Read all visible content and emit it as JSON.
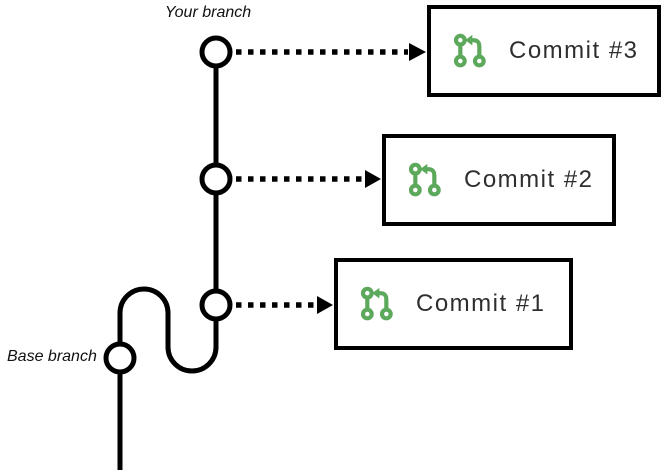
{
  "diagram": {
    "your_branch_label": "Your branch",
    "base_branch_label": "Base branch",
    "commits": [
      {
        "label": "Commit #3"
      },
      {
        "label": "Commit #2"
      },
      {
        "label": "Commit #1"
      }
    ],
    "icon_name": "git-pull-request-icon",
    "colors": {
      "line": "#000000",
      "node_fill": "#ffffff",
      "box_border": "#000000",
      "commit_text": "#2e2e2e",
      "icon_green": "#5CA95C",
      "background": "#ffffff"
    }
  }
}
